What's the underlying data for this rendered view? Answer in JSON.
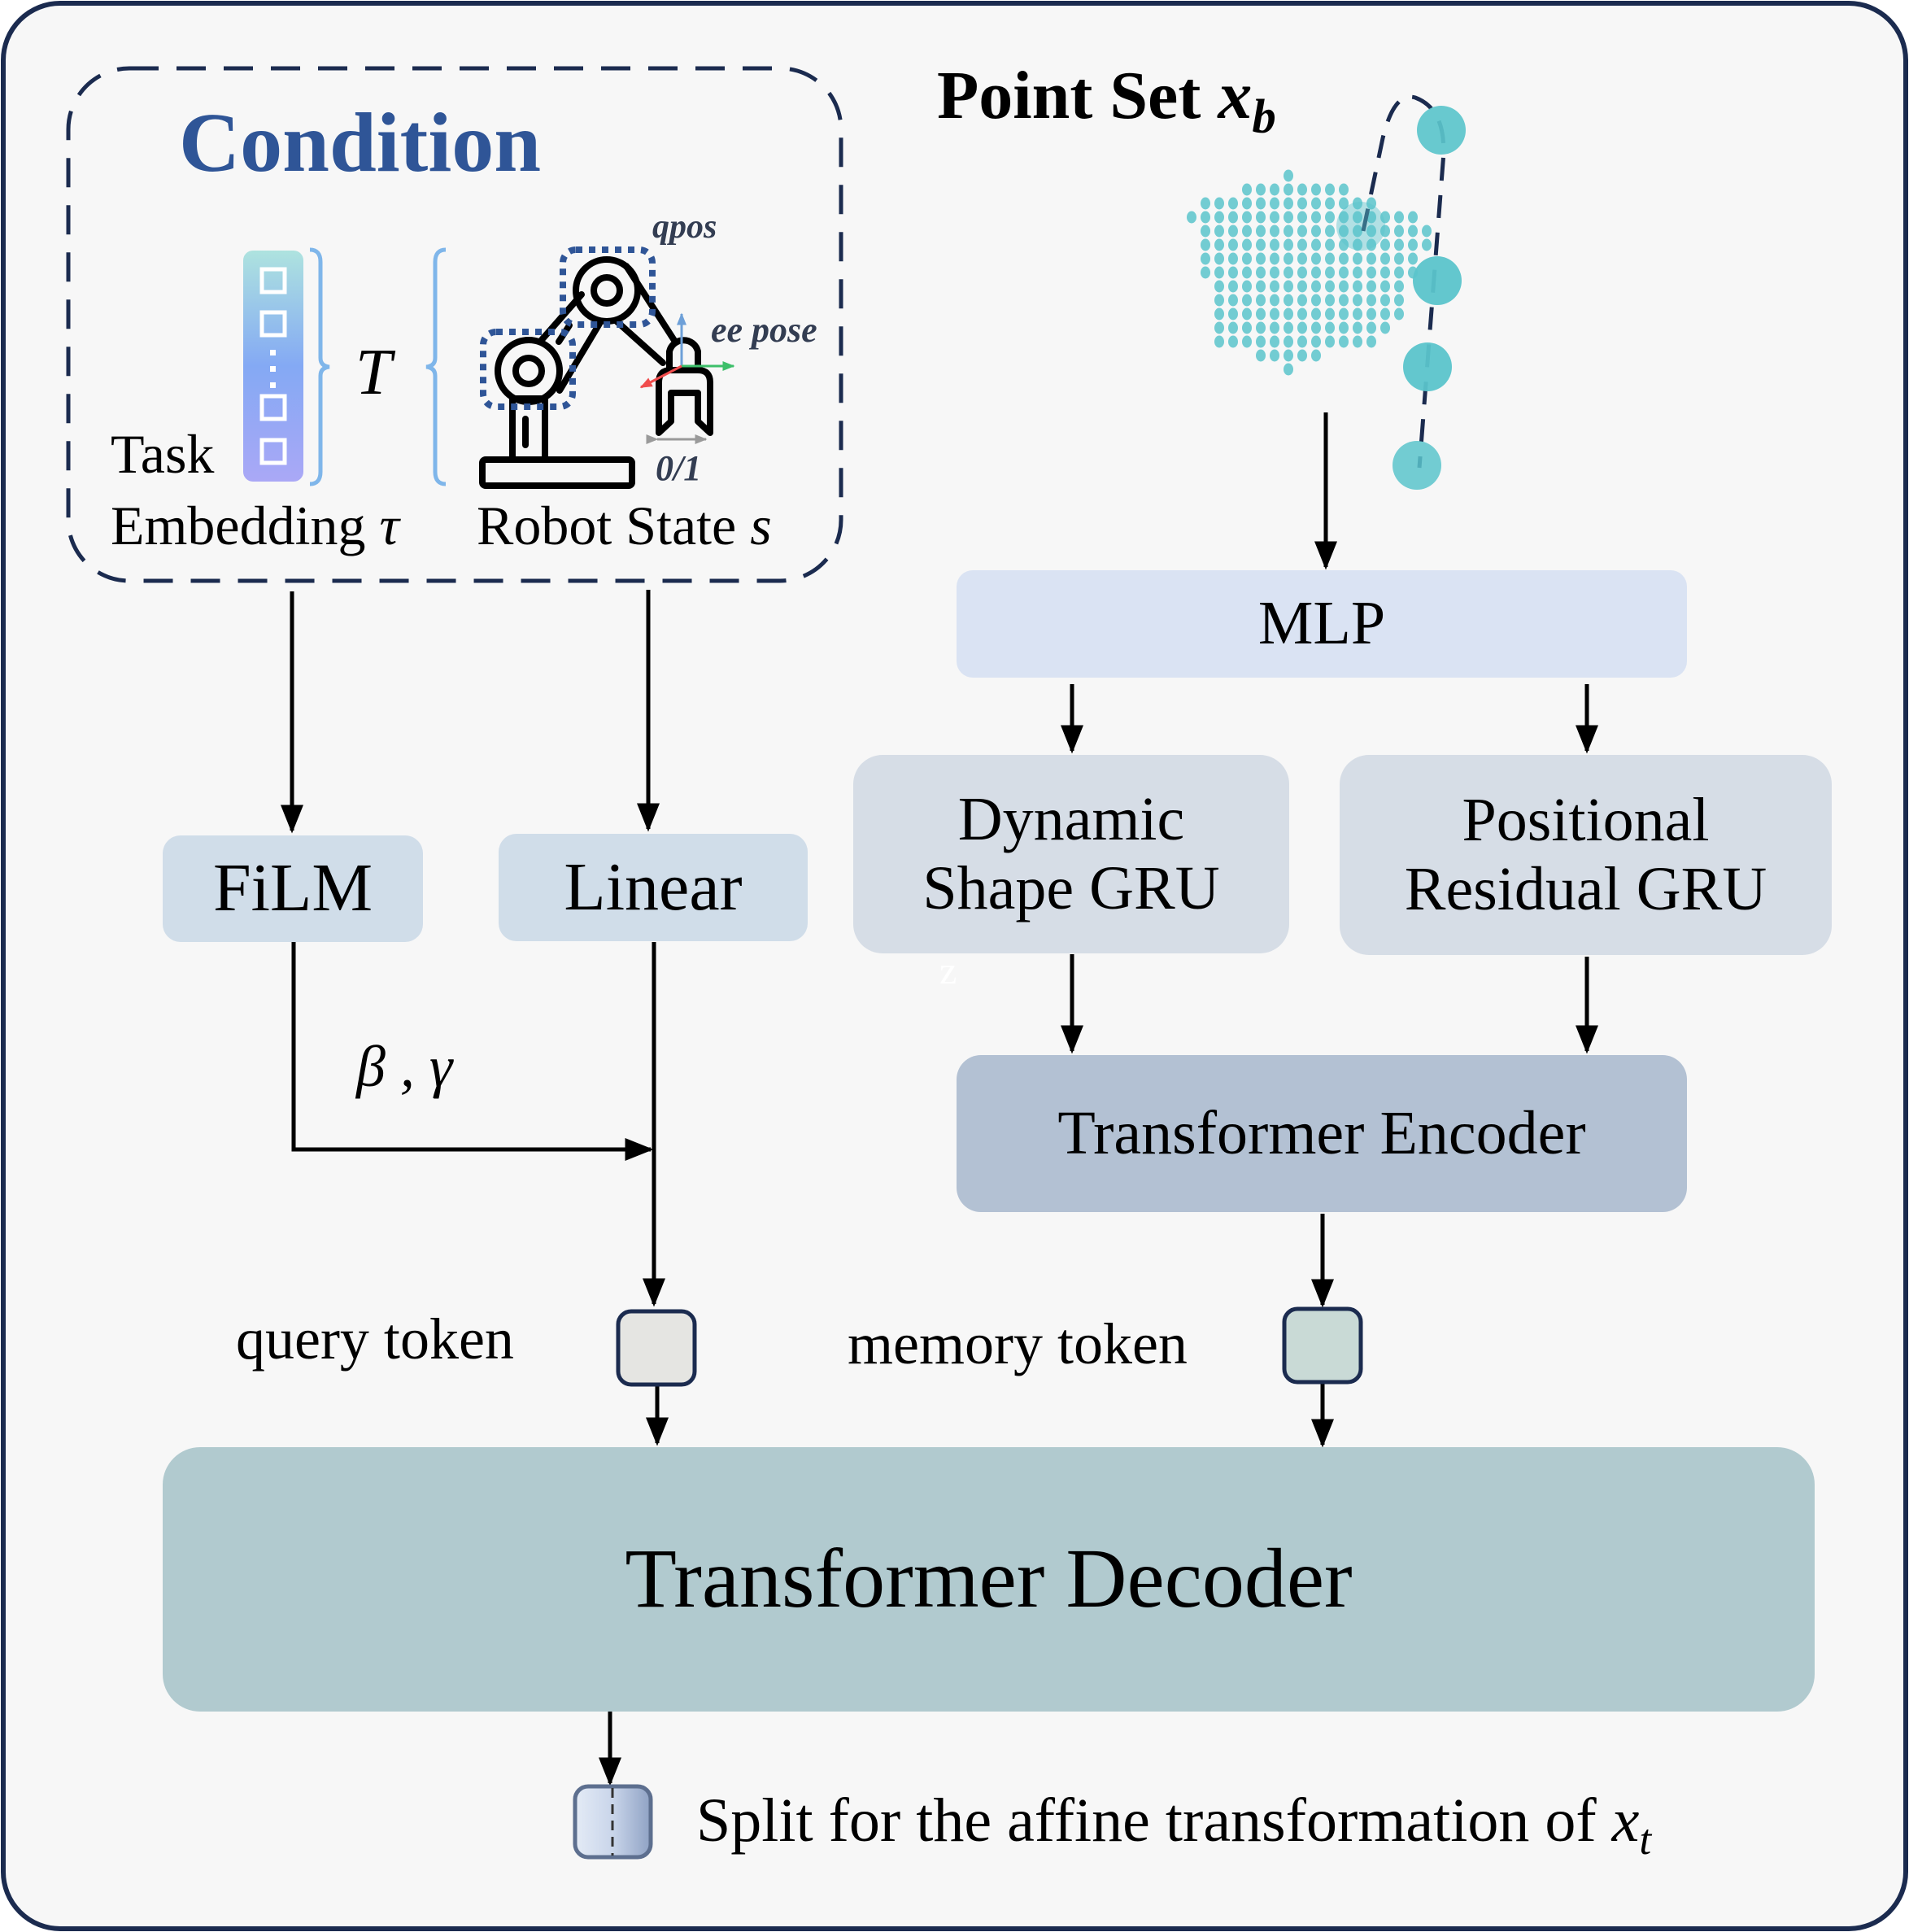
{
  "condition": {
    "title": "Condition",
    "task_label_line1": "Task",
    "task_label_line2": "Embedding",
    "task_symbol": "τ",
    "horizon_symbol": "T",
    "robot_label": "Robot State",
    "robot_symbol": "s",
    "qpos_label": "qpos",
    "ee_pose_label": "ee pose",
    "gripper_label": "0/1"
  },
  "point_set": {
    "title": "Point Set",
    "symbol": "x",
    "subscript": "b"
  },
  "blocks": {
    "film": "FiLM",
    "linear": "Linear",
    "mlp": "MLP",
    "dynamic_gru_line1": "Dynamic",
    "dynamic_gru_line2": "Shape GRU",
    "positional_gru_line1": "Positional",
    "positional_gru_line2": "Residual GRU",
    "transformer_encoder": "Transformer Encoder",
    "transformer_decoder": "Transformer Decoder"
  },
  "annotations": {
    "film_params": "β , γ",
    "query_token": "query token",
    "memory_token": "memory token",
    "split_text": "Split for the affine transformation of",
    "split_symbol": "x",
    "split_subscript": "t",
    "stray_mark": "z"
  },
  "colors": {
    "frame": "#1b2b4f",
    "background": "#f7f7f7",
    "condition_title": "#2f5597",
    "film_linear_fill": "#d0dde9",
    "mlp_fill": "#dae3f3",
    "gru_fill": "#d6dde6",
    "encoder_fill": "#b3c1d3",
    "decoder_fill": "#b1cacf",
    "query_token_fill": "#e5e5e2",
    "memory_token_fill": "#c9dad6",
    "point_color": "#5bc4cb",
    "brace_color": "#7fb6ea"
  }
}
